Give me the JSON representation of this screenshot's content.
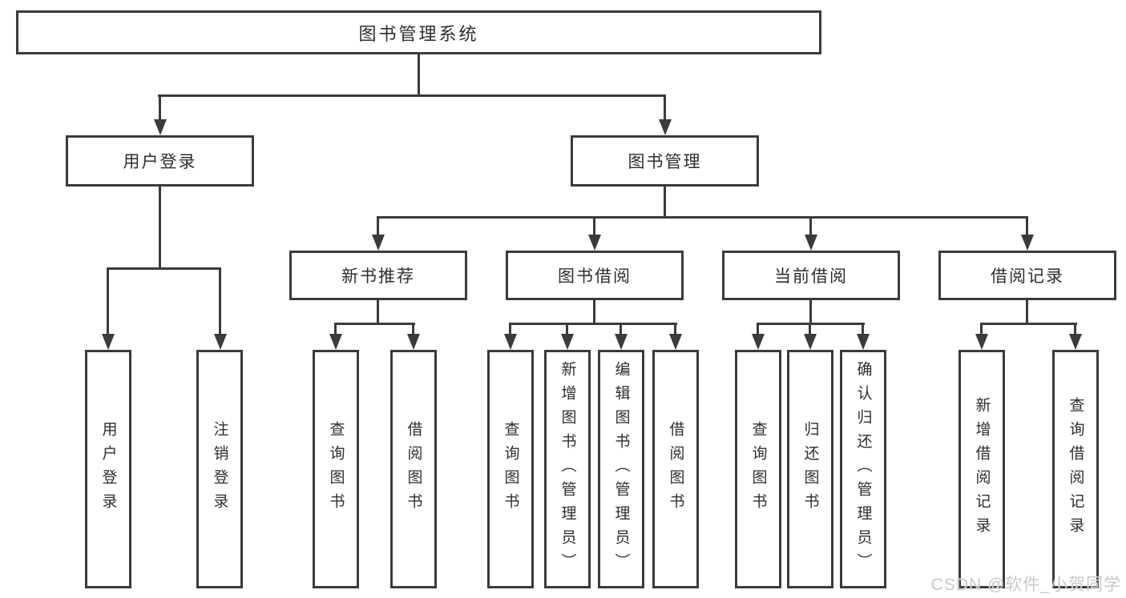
{
  "diagram": {
    "title": "图书管理系统",
    "type": "tree",
    "nodes": {
      "root": "图书管理系统",
      "user_login": "用户登录",
      "book_management": "图书管理",
      "new_book_recommend": "新书推荐",
      "book_borrow": "图书借阅",
      "current_borrow": "当前借阅",
      "borrow_records": "借阅记录",
      "leaf_user_login": "用户登录",
      "leaf_logout": "注销登录",
      "leaf_query_book_1": "查询图书",
      "leaf_borrow_book_1": "借阅图书",
      "leaf_query_book_2": "查询图书",
      "leaf_add_book_admin": "新增图书（管理员）",
      "leaf_edit_book_admin": "编辑图书（管理员）",
      "leaf_borrow_book_2": "借阅图书",
      "leaf_query_book_3": "查询图书",
      "leaf_return_book": "归还图书",
      "leaf_confirm_return_admin": "确认归还（管理员）",
      "leaf_add_record": "新增借阅记录",
      "leaf_query_record": "查询借阅记录"
    },
    "hierarchy": {
      "root": [
        "user_login",
        "book_management"
      ],
      "user_login": [
        "leaf_user_login",
        "leaf_logout"
      ],
      "book_management": [
        "new_book_recommend",
        "book_borrow",
        "current_borrow",
        "borrow_records"
      ],
      "new_book_recommend": [
        "leaf_query_book_1",
        "leaf_borrow_book_1"
      ],
      "book_borrow": [
        "leaf_query_book_2",
        "leaf_add_book_admin",
        "leaf_edit_book_admin",
        "leaf_borrow_book_2"
      ],
      "current_borrow": [
        "leaf_query_book_3",
        "leaf_return_book",
        "leaf_confirm_return_admin"
      ],
      "borrow_records": [
        "leaf_add_record",
        "leaf_query_record"
      ]
    }
  },
  "watermark": {
    "text": "CSDN @软件_小贺同学"
  },
  "colors": {
    "line": "#3b3b3b",
    "text": "#2e2e2e",
    "background": "#ffffff",
    "watermark": "#c6c6c6"
  }
}
